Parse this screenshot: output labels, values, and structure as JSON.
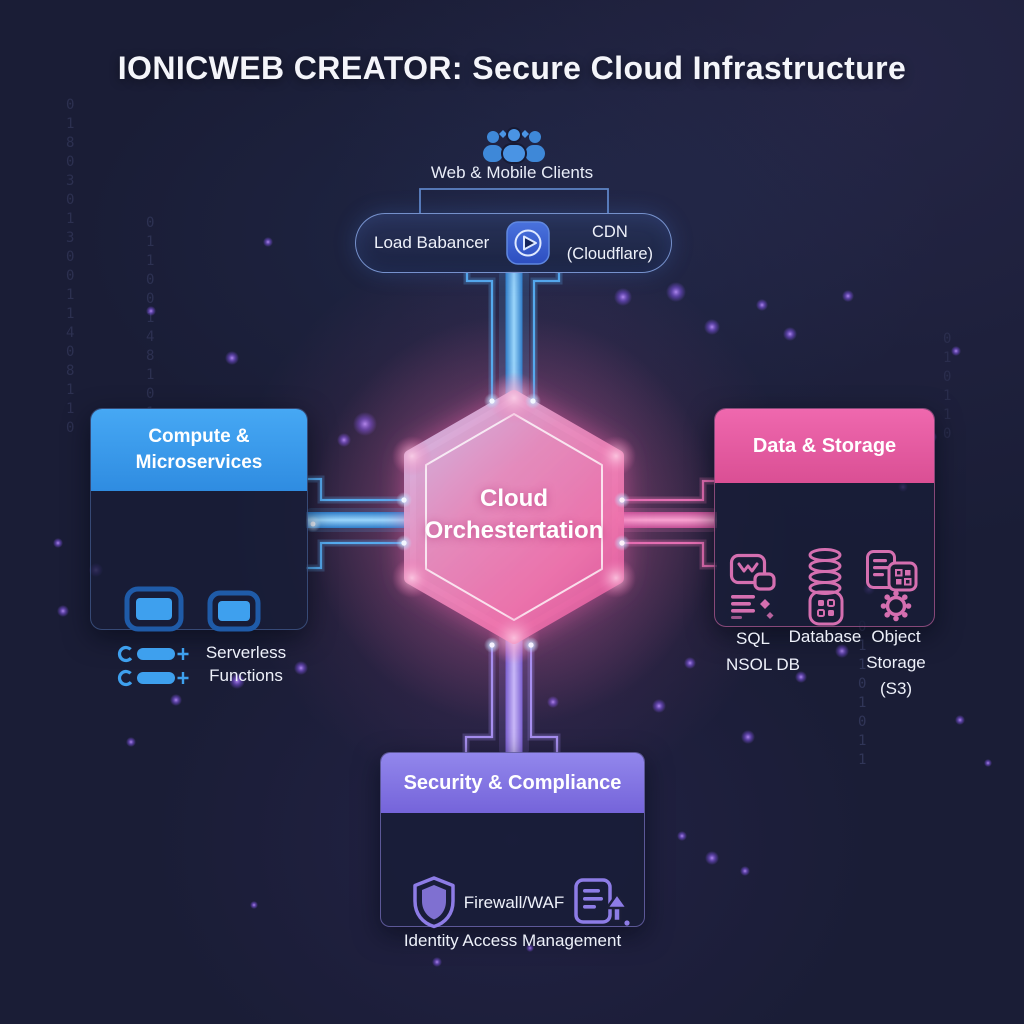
{
  "title": "IONICWEB CREATOR: Secure Cloud Infrastructure",
  "clients": {
    "label": "Web & Mobile Clients",
    "icon": "users-icon"
  },
  "edge": {
    "load_balancer_label": "Load Babancer",
    "icon": "play-icon",
    "cdn_line1": "CDN",
    "cdn_line2": "(Cloudflare)"
  },
  "core": {
    "line1": "Cloud",
    "line2": "Orchestertation"
  },
  "compute": {
    "header_line1": "Compute &",
    "header_line2": "Microservices",
    "label_line1": "Serverless",
    "label_line2": "Functions",
    "header_color": "#3D9DED",
    "icons": [
      "container-icon",
      "container-icon",
      "instance-slider-icon",
      "instance-slider-icon"
    ]
  },
  "storage": {
    "header": "Data & Storage",
    "header_color": "#E2589E",
    "columns": [
      {
        "icons": [
          "sql-box-icon",
          "list-icon"
        ],
        "lines": [
          "SQL",
          "NSOL DB"
        ]
      },
      {
        "icons": [
          "database-icon",
          "keypad-icon"
        ],
        "lines": [
          "Database"
        ]
      },
      {
        "icons": [
          "object-doc-icon",
          "gear-icon"
        ],
        "lines": [
          "Object",
          "Storage",
          "(S3)"
        ]
      }
    ]
  },
  "security": {
    "header": "Security & Compliance",
    "header_color": "#8578E5",
    "item1": "Firewall/WAF",
    "item2": "Identity Access Management",
    "icons": [
      "shield-icon",
      "doc-upload-icon"
    ]
  },
  "colors": {
    "background": "#1A1D36",
    "connector_blue": "#55AAEE",
    "connector_pink": "#E06AB0",
    "connector_purple": "#9F86E8",
    "hexagon_pink": "#EC74B0"
  },
  "background": {
    "digit_columns": [
      {
        "text": "0\n1\n8\n0\n3\n0\n1\n3\n0\n0\n1\n1\n4\n0\n8\n1\n1\n0"
      },
      {
        "text": "0\n1\n1\n0\n0\n1\n4\n8\n1\n0\n1"
      },
      {
        "text": "0\n1\n1\n0\n1\n0\n1\n1"
      },
      {
        "text": "0\n1\n0\n1\n1\n0"
      }
    ]
  }
}
